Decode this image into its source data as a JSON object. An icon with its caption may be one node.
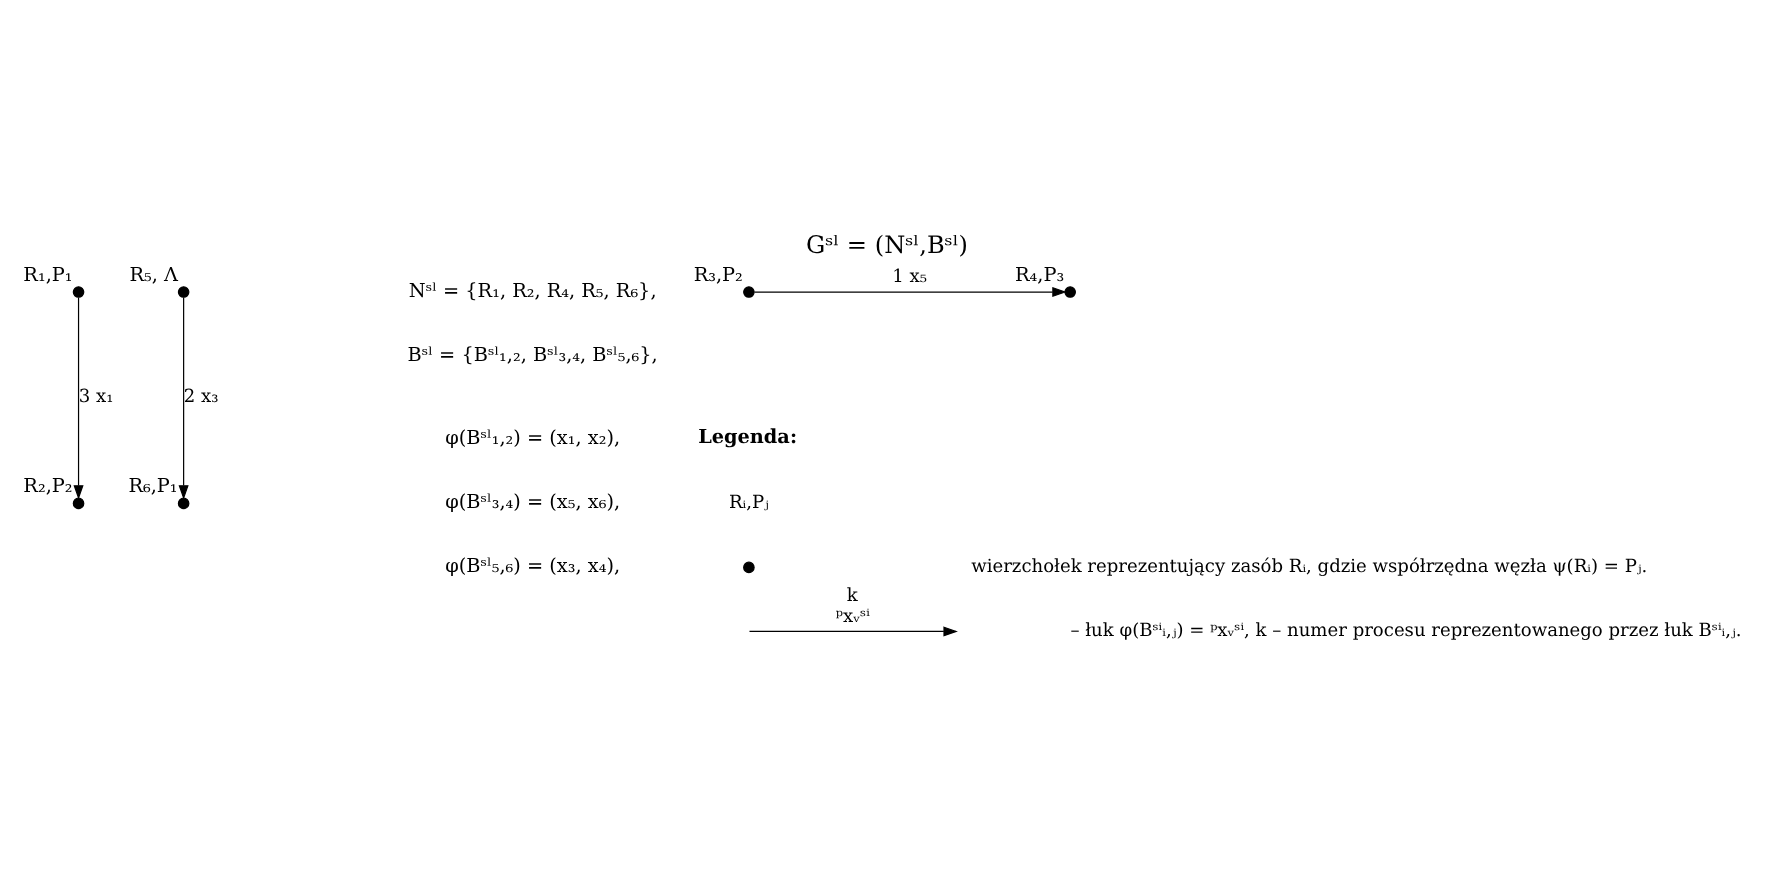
{
  "diagram": {
    "title": "Gˢˡ = (Nˢˡ,Bˢˡ)",
    "nodes": [
      {
        "text": [],
        "shape": "circle",
        "beside": [
          "R₁,P₁"
        ]
      },
      {
        "text": [],
        "shape": "circle",
        "beside": [
          "R₅, Λ"
        ]
      },
      {
        "text": [],
        "shape": "circle",
        "beside": [
          "R₂,P₂"
        ]
      },
      {
        "text": [],
        "shape": "circle",
        "beside": [
          "R₆,P₁"
        ]
      },
      {
        "text": [],
        "shape": "circle",
        "beside": [
          "R₃,P₂"
        ]
      },
      {
        "text": [],
        "shape": "circle",
        "beside": [
          "R₄,P₃"
        ]
      }
    ],
    "edges": [
      {
        "from": 0,
        "to": 2,
        "arrow": "to",
        "label": "3 x₁"
      },
      {
        "from": 1,
        "to": 3,
        "arrow": "to",
        "label": "2 x₃"
      },
      {
        "from": 4,
        "to": 5,
        "arrow": "to",
        "label": "1 x₅"
      }
    ],
    "labels": [
      "Nˢˡ = {R₁, R₂, R₄, R₅, R₆},",
      "Bˢˡ = {Bˢˡ₁,₂, Bˢˡ₃,₄, Bˢˡ₅,₆},",
      "φ(Bˢˡ₁,₂) = (x₁, x₂),",
      "φ(Bˢˡ₃,₄) = (x₅, x₆),",
      "φ(Bˢˡ₅,₆) = (x₃, x₄),",
      "Legenda:",
      "Rᵢ,Pⱼ",
      "k",
      "ᵖxᵥˢⁱ"
    ],
    "legend": [
      {
        "text": "wierzchołek reprezentujący zasób Rᵢ, gdzie współrzędna węzła ψ(Rᵢ) = Pⱼ."
      },
      {
        "text": "– łuk φ(Bˢⁱᵢ,ⱼ) = ᵖxᵥˢⁱ, k – numer procesu reprezentowanego przez łuk Bˢⁱᵢ,ⱼ."
      }
    ]
  }
}
